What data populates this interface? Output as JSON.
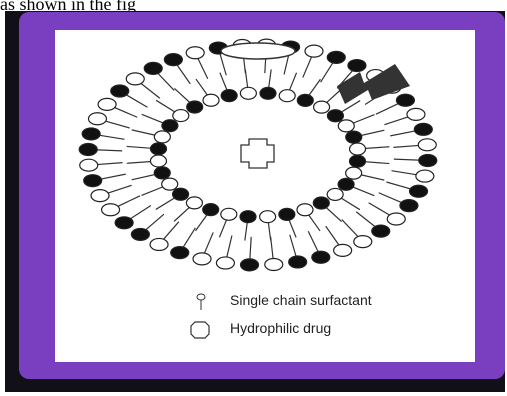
{
  "caption": "as shown in the fig",
  "legend": {
    "single_chain_symbol": "P",
    "single_chain_label": "Single chain surfactant",
    "hydrophilic_label": "Hydrophilic drug"
  },
  "colors": {
    "purple_frame": "#7a3fc0",
    "outer_frame": "#111018",
    "panel": "#ffffff",
    "head_filled": "#111111",
    "head_open": "#ffffff"
  },
  "icons": {
    "arrow": "lightning-arrow-icon",
    "drug": "hydrophilic-drug-icon"
  }
}
